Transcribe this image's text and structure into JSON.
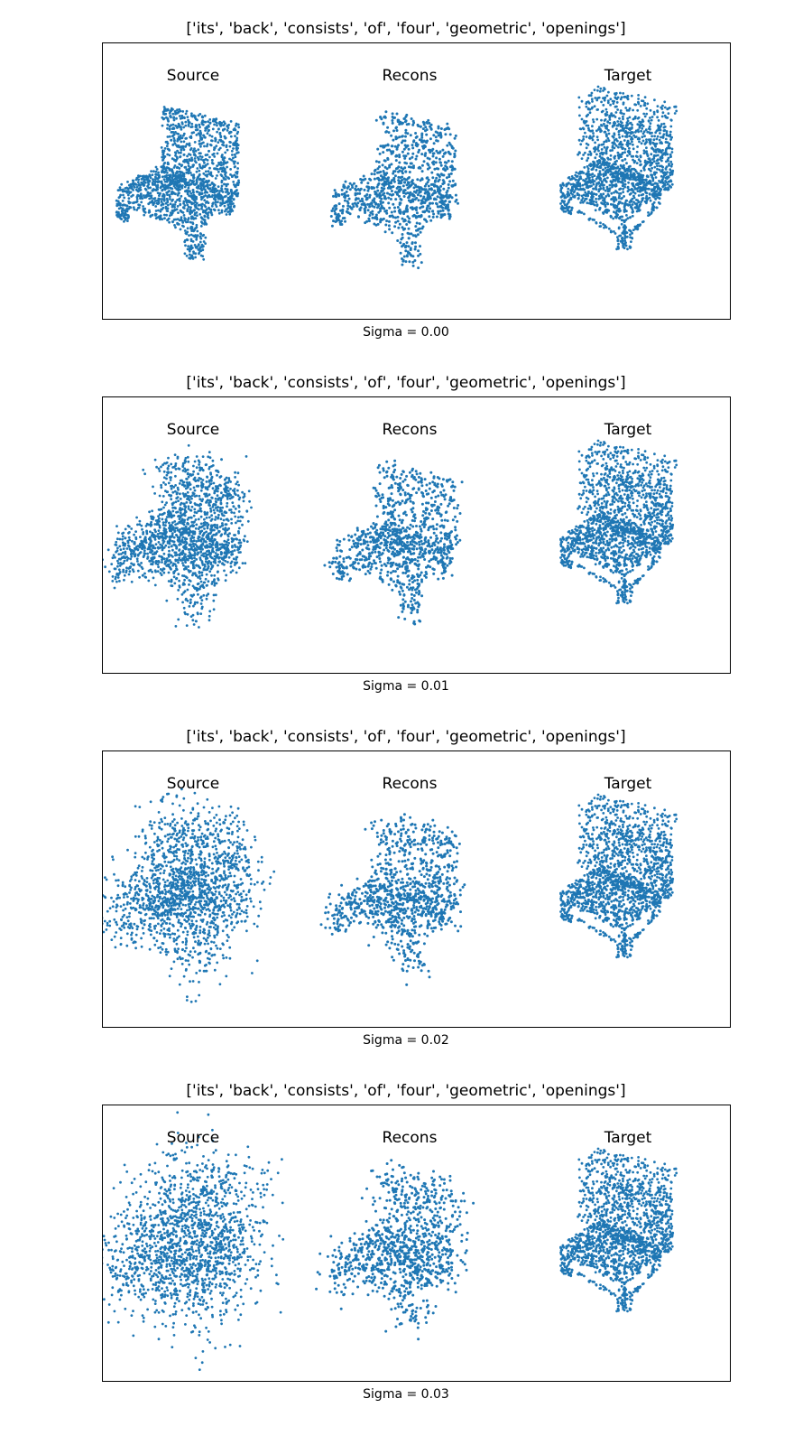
{
  "colors": {
    "points": "#1f77b4",
    "frame": "#000000"
  },
  "figure": {
    "panel_title": "['its', 'back', 'consists', 'of', 'four', 'geometric', 'openings']",
    "column_labels": [
      "Source",
      "Recons",
      "Target"
    ],
    "panels": [
      {
        "sigma_label": "Sigma = 0.00",
        "sigma": 0.0
      },
      {
        "sigma_label": "Sigma = 0.01",
        "sigma": 0.01
      },
      {
        "sigma_label": "Sigma = 0.02",
        "sigma": 0.02
      },
      {
        "sigma_label": "Sigma = 0.03",
        "sigma": 0.03
      }
    ]
  }
}
